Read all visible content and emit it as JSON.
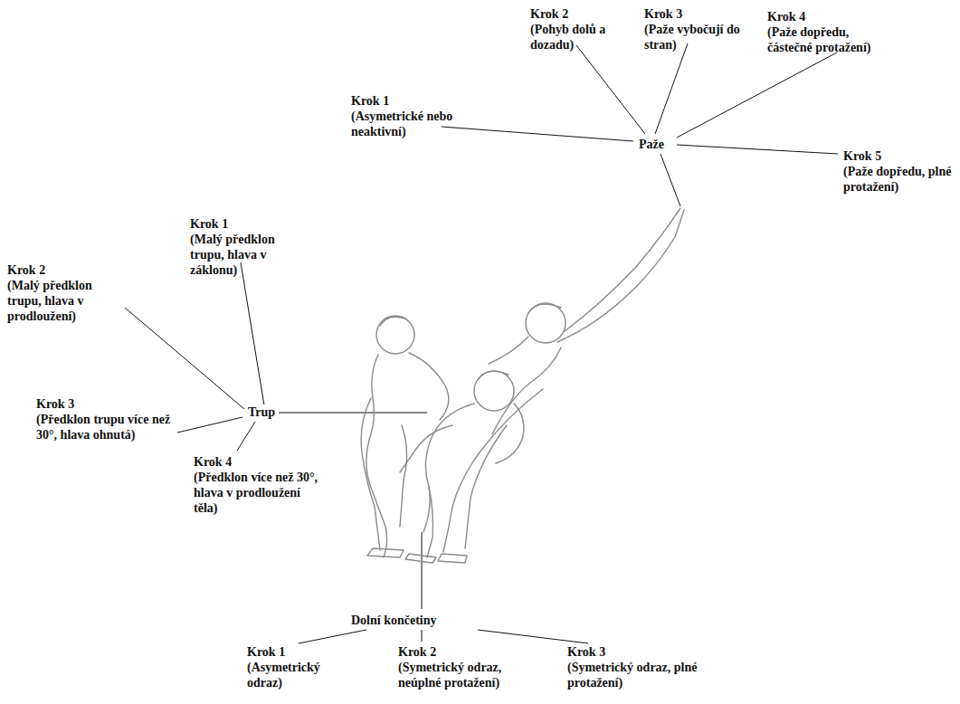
{
  "diagram": {
    "labels": [
      "Krok 1",
      "(Asymetrické nebo neaktivní)",
      "Krok 2",
      "(Pohyb dolů a dozadu)",
      "Krok 3",
      "(Paže vybočují do stran)",
      "Krok 4",
      "(Paže dopředu, částečné protažení)",
      "Paže",
      "Krok 5",
      "(Paže dopředu, plné protažení)",
      "Krok 2",
      "(Malý předklon trupu, hlava v prodloužení)",
      "Krok 1",
      "(Malý předklon trupu, hlava v záklonu)",
      "Trup",
      "Krok 3",
      "(Předklon trupu více než 30°, hlava ohnutá)",
      "Krok 4",
      "(Předklon více než 30°, hlava v prodloužení těla)",
      "Dolní končetiny",
      "Krok 1",
      "(Asymetrický odraz)",
      "Krok 2",
      "(Symetrický odraz, neúplné protažení)",
      "Krok 3",
      "(Symetrický odraz, plné protažení)"
    ]
  }
}
